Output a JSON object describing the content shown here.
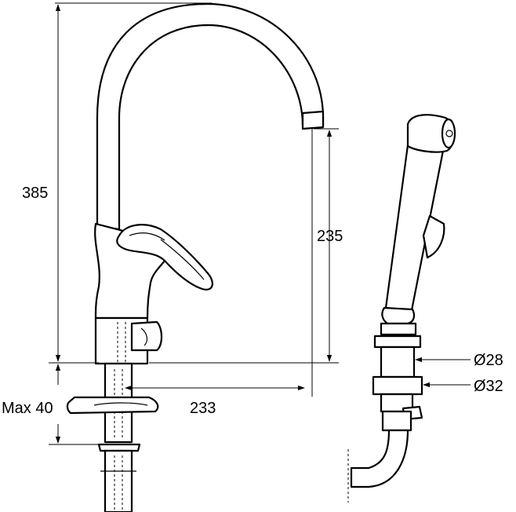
{
  "dimensions": {
    "total_height": "385",
    "spout_height": "235",
    "spout_reach": "233",
    "max_thickness": "Max 40",
    "hose_diameter_small": "Ø28",
    "hose_diameter_large": "Ø32"
  }
}
